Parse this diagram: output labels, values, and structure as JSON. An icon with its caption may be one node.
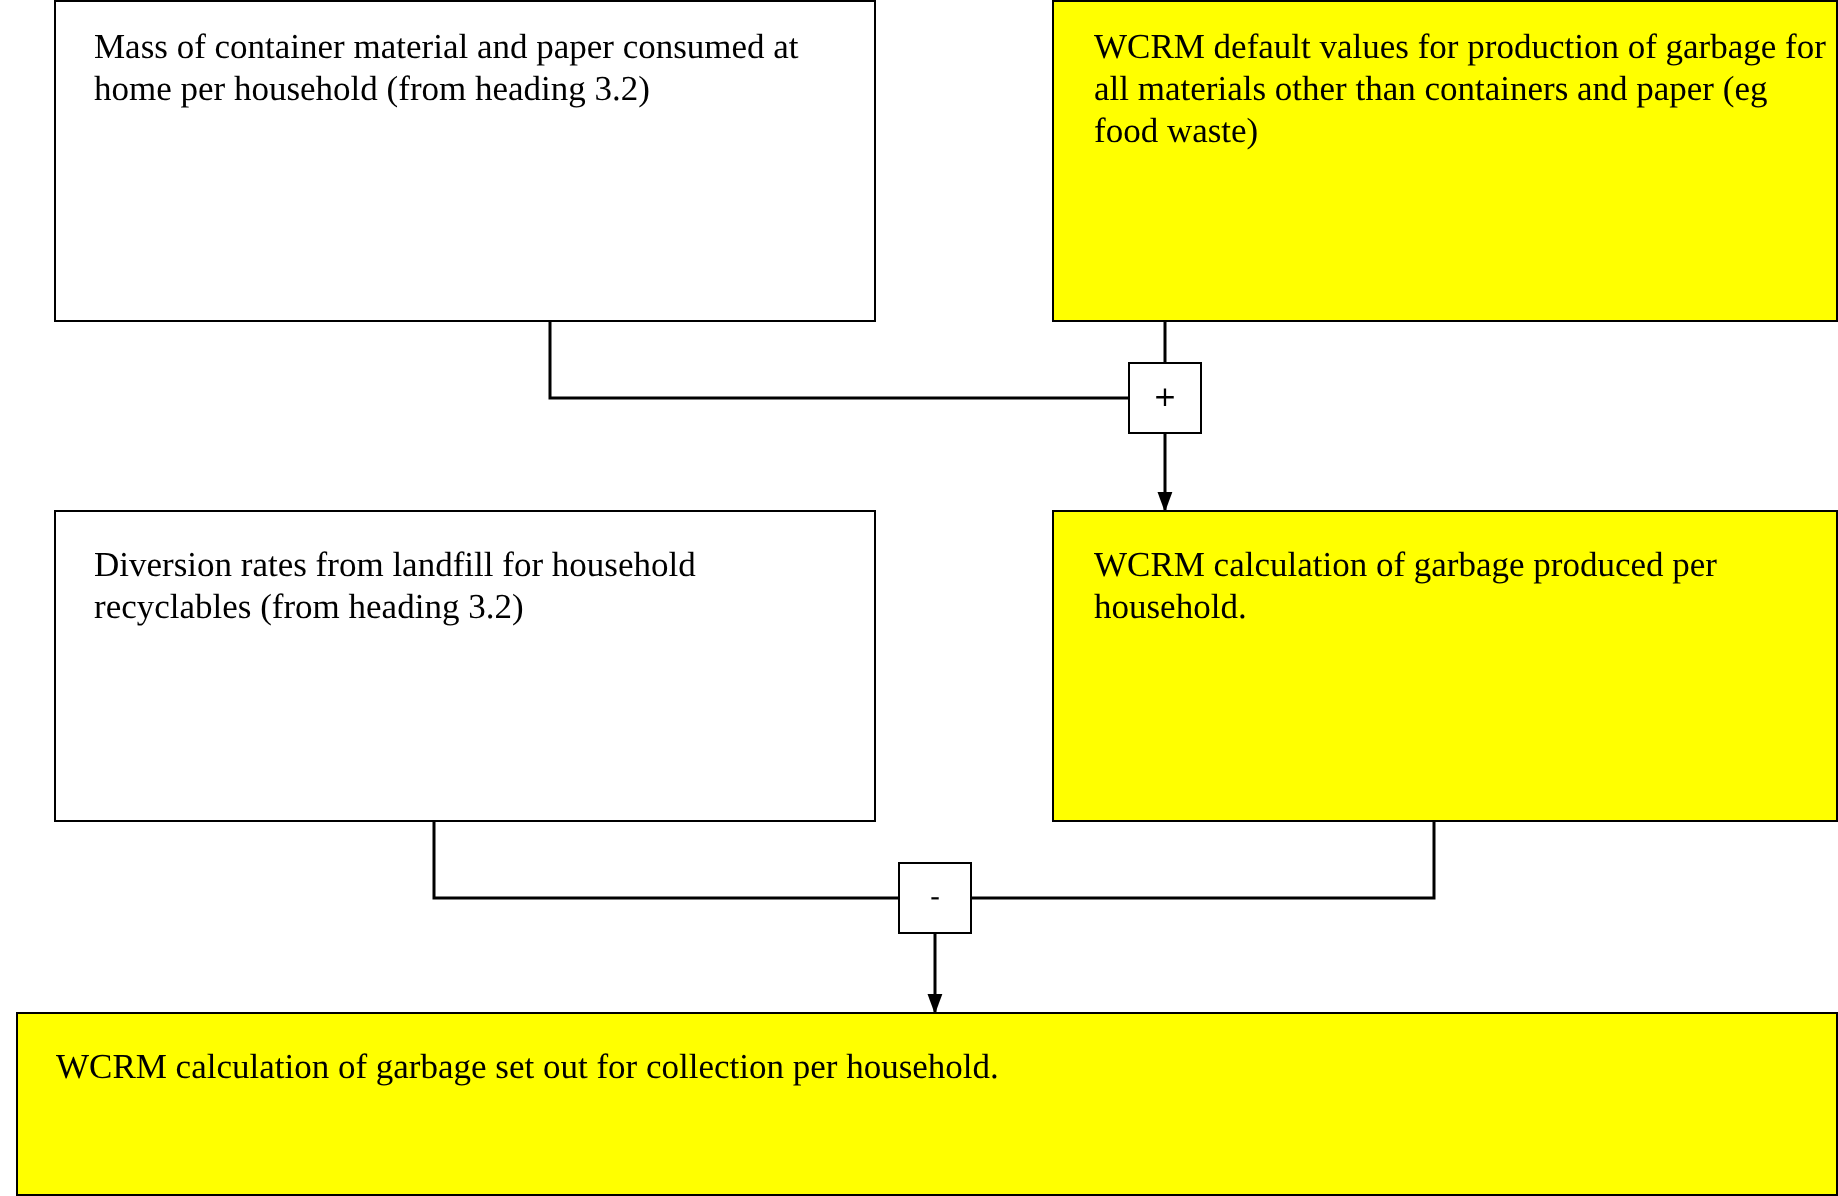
{
  "diagram": {
    "nodes": [
      {
        "text": [
          "Mass of container material and paper consumed at home per household (from heading 3.2)"
        ]
      },
      {
        "text": [
          "WCRM default values for production of garbage for all materials other than containers and paper (eg food waste)"
        ]
      },
      {
        "text": [
          "+"
        ]
      },
      {
        "text": [
          "Diversion rates from landfill for household recyclables (from heading 3.2)"
        ]
      },
      {
        "text": [
          "WCRM calculation of garbage produced per household."
        ]
      },
      {
        "text": [
          "-"
        ]
      },
      {
        "text": [
          "WCRM calculation of garbage set out for collection per household."
        ]
      }
    ],
    "edges": [
      {
        "from": 0,
        "to": 2,
        "arrow": "none"
      },
      {
        "from": 1,
        "to": 2,
        "arrow": "none"
      },
      {
        "from": 2,
        "to": 4,
        "arrow": "to"
      },
      {
        "from": 3,
        "to": 5,
        "arrow": "none"
      },
      {
        "from": 4,
        "to": 5,
        "arrow": "none"
      },
      {
        "from": 5,
        "to": 6,
        "arrow": "to"
      }
    ]
  }
}
